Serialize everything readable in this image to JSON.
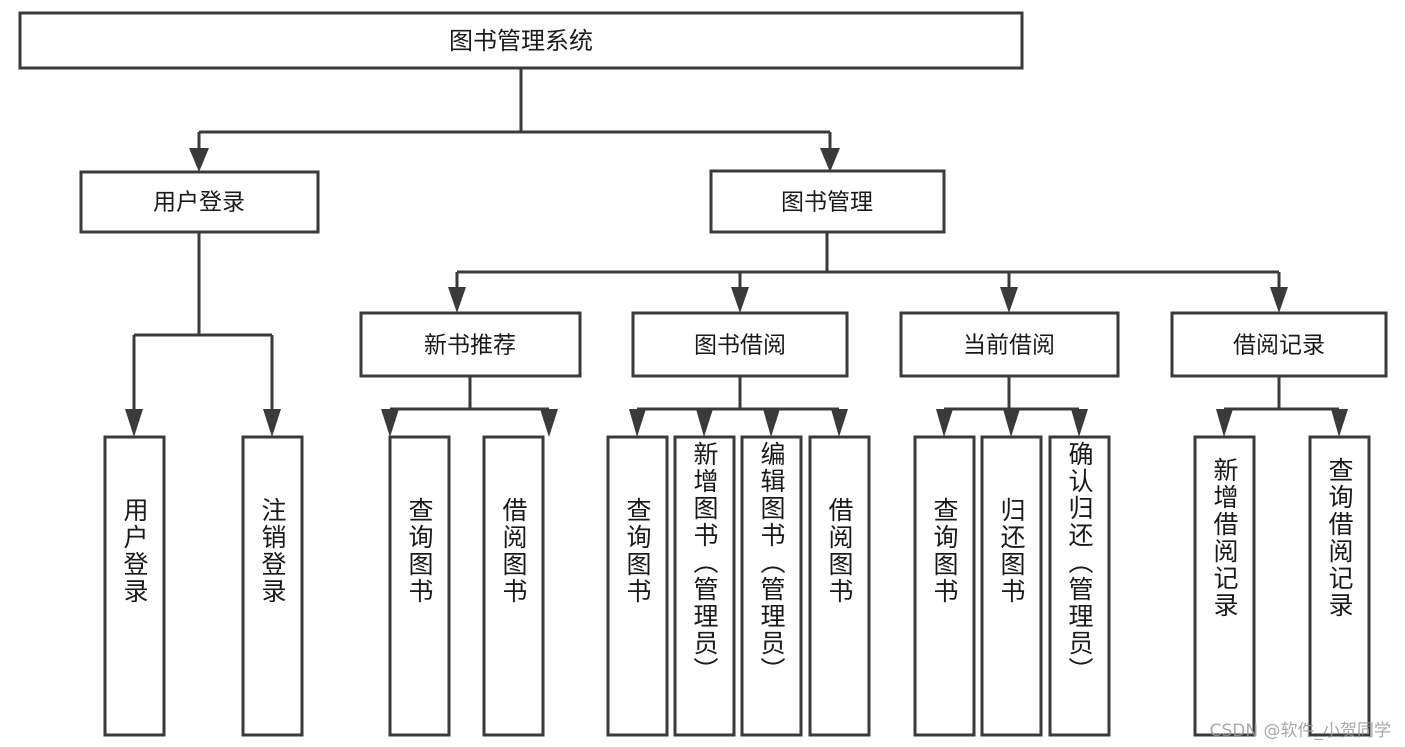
{
  "diagram": {
    "type": "tree-hierarchy-chart",
    "orientation": "top-down",
    "root": {
      "label": "图书管理系统"
    },
    "level2": [
      {
        "label": "用户登录"
      },
      {
        "label": "图书管理"
      }
    ],
    "level3": [
      {
        "label": "新书推荐"
      },
      {
        "label": "图书借阅"
      },
      {
        "label": "当前借阅"
      },
      {
        "label": "借阅记录"
      }
    ],
    "leaves": {
      "user_login": [
        {
          "label": "用户登录"
        },
        {
          "label": "注销登录"
        }
      ],
      "new_book_recommend": [
        {
          "label": "查询图书"
        },
        {
          "label": "借阅图书"
        }
      ],
      "book_borrow": [
        {
          "label": "查询图书"
        },
        {
          "label": "新增图书（管理员）"
        },
        {
          "label": "编辑图书（管理员）"
        },
        {
          "label": "借阅图书"
        }
      ],
      "current_borrow": [
        {
          "label": "查询图书"
        },
        {
          "label": "归还图书"
        },
        {
          "label": "确认归还（管理员）"
        }
      ],
      "borrow_record": [
        {
          "label": "新增借阅记录"
        },
        {
          "label": "查询借阅记录"
        }
      ]
    }
  },
  "watermark": {
    "text": "CSDN @软件_小贺同学"
  },
  "colors": {
    "stroke": "#3a3a3a",
    "fill": "#ffffff",
    "text": "#1a1a1a",
    "watermark": "#9a9a9a",
    "background": "#ffffff"
  }
}
